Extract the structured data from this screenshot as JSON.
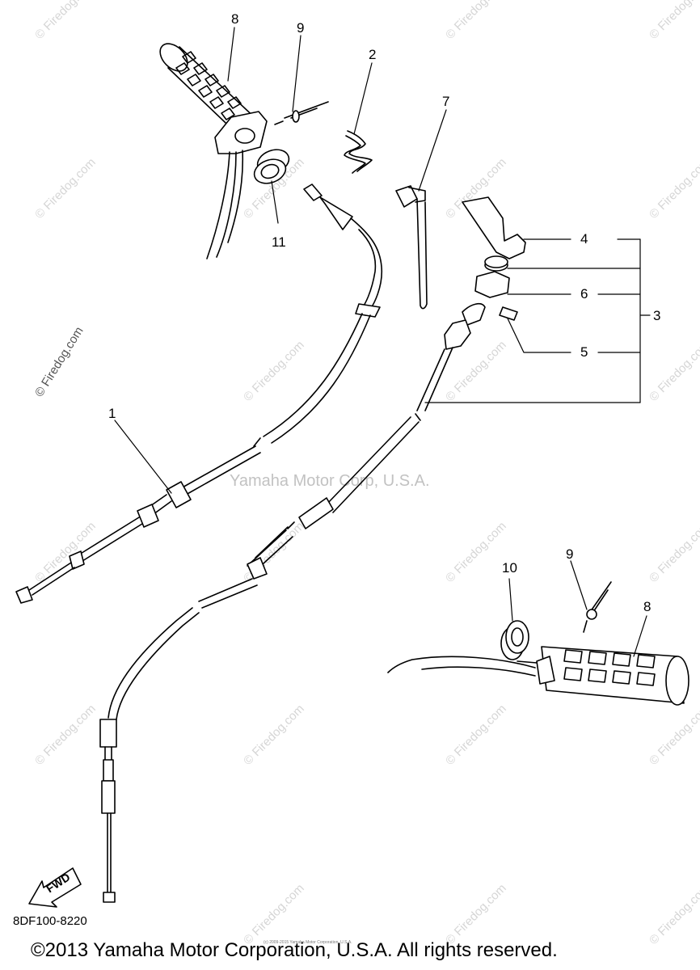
{
  "watermark": "© Firedog.com",
  "watermark_color": "#d6d6d6",
  "side_watermark": "© Firedog.com",
  "center_watermark": "Yamaha Motor Corp, U.S.A.",
  "part_number": "8DF100-8220",
  "fwd_label": "FWD",
  "copyright": "©2013 Yamaha Motor Corporation, U.S.A. All rights reserved.",
  "tiny_notice": "(c) 2009-2015 Yamaha Motor Corporation, U.S.A.",
  "callouts": {
    "n1": "1",
    "n2": "2",
    "n3": "3",
    "n4": "4",
    "n5": "5",
    "n6": "6",
    "n7": "7",
    "n8a": "8",
    "n8b": "8",
    "n9a": "9",
    "n9b": "9",
    "n10": "10",
    "n11": "11"
  }
}
